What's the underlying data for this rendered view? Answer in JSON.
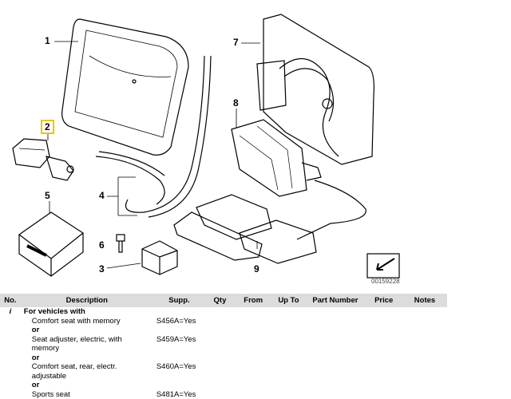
{
  "diagram": {
    "callouts": [
      "1",
      "2",
      "4",
      "5",
      "6",
      "3",
      "7",
      "8",
      "9"
    ],
    "selected_callout": "2",
    "catalog_code": "00159228"
  },
  "table": {
    "headers": {
      "no": "No.",
      "description": "Description",
      "supp": "Supp.",
      "qty": "Qty",
      "from": "From",
      "up_to": "Up To",
      "part_number": "Part Number",
      "price": "Price",
      "notes": "Notes"
    },
    "info_row": {
      "no": "i",
      "description": "For vehicles with"
    },
    "conditions": [
      {
        "description": "Comfort seat with memory",
        "supp": "S456A=Yes",
        "connector": "or"
      },
      {
        "description": "Seat adjuster, electric, with memory",
        "supp": "S459A=Yes",
        "connector": "or"
      },
      {
        "description": "Comfort seat, rear, electr. adjustable",
        "supp": "S460A=Yes",
        "connector": "or"
      },
      {
        "description": "Sports seat",
        "supp": "S481A=Yes",
        "connector": ""
      }
    ]
  }
}
